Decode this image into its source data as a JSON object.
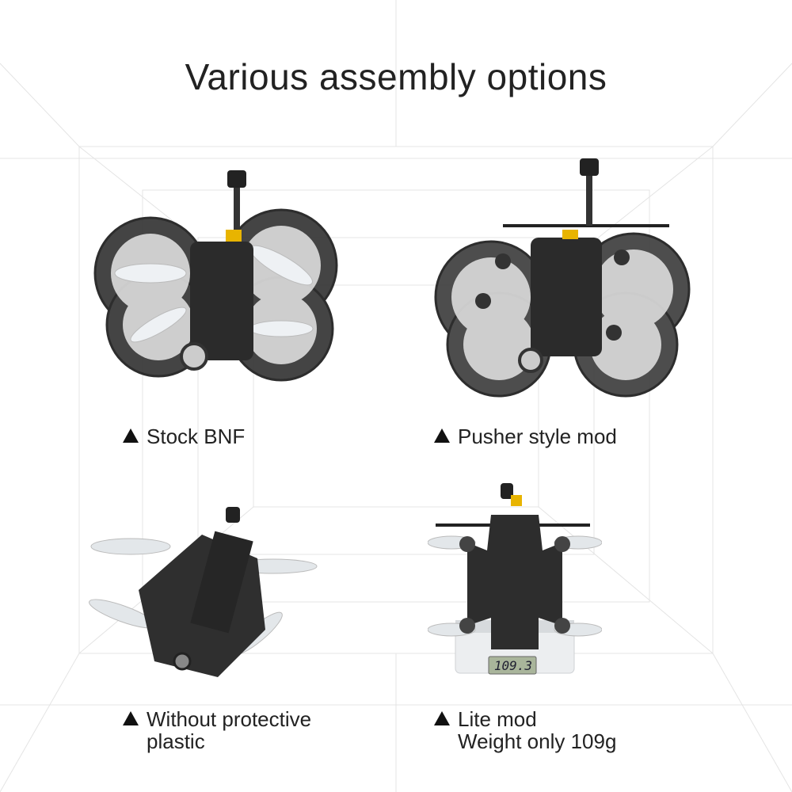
{
  "title": "Various assembly options",
  "options": [
    {
      "label": "Stock BNF"
    },
    {
      "label": "Pusher style mod"
    },
    {
      "label": "Without protective",
      "label_line2": "plastic"
    },
    {
      "label": "Lite mod",
      "label_line2": "Weight only 109g"
    }
  ],
  "scale_readout": "109.3",
  "colors": {
    "frame": "#2b2b2b",
    "duct": "#3a3a3a",
    "prop": "#d8dde2",
    "accent": "#e8b400"
  }
}
